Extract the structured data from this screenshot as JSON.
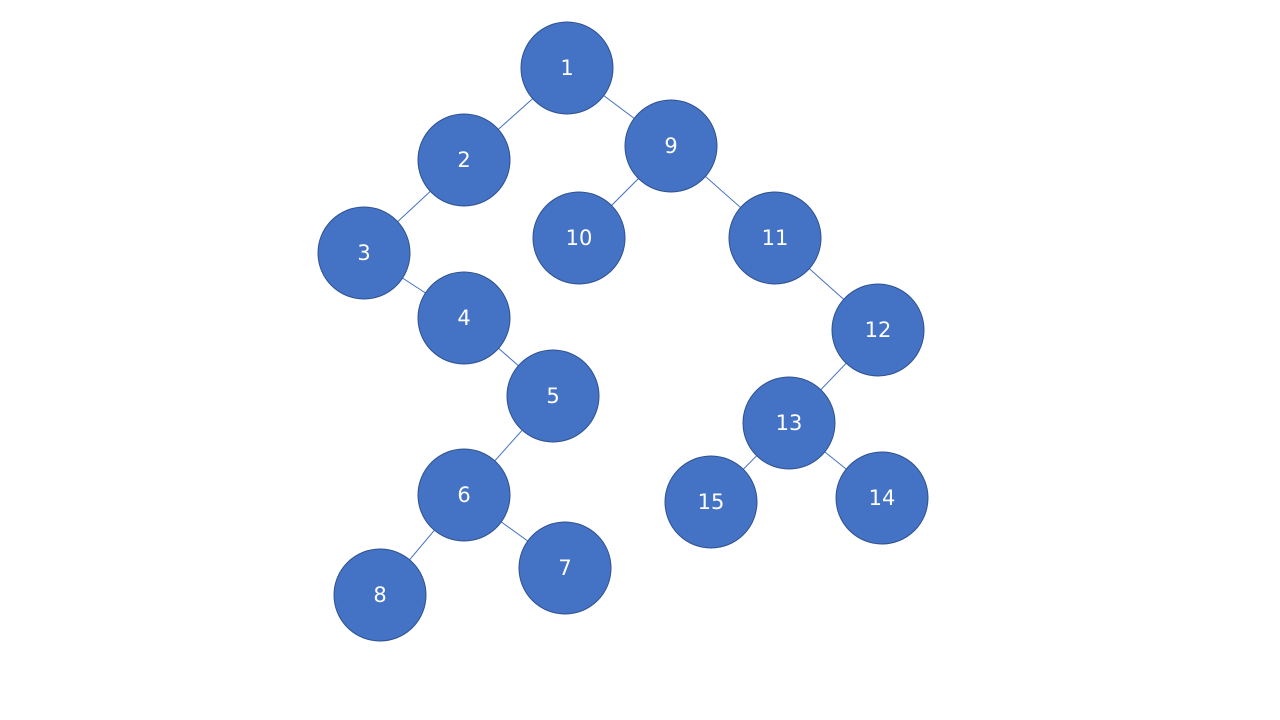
{
  "diagram": {
    "type": "binary-tree",
    "colors": {
      "node_fill": "#4472c4",
      "node_border": "#2f528f",
      "edge": "#4472c4",
      "label": "#ffffff",
      "background": "#ffffff"
    },
    "nodes": [
      {
        "id": "n1",
        "label": "1"
      },
      {
        "id": "n2",
        "label": "2"
      },
      {
        "id": "n3",
        "label": "3"
      },
      {
        "id": "n4",
        "label": "4"
      },
      {
        "id": "n5",
        "label": "5"
      },
      {
        "id": "n6",
        "label": "6"
      },
      {
        "id": "n7",
        "label": "7"
      },
      {
        "id": "n8",
        "label": "8"
      },
      {
        "id": "n9",
        "label": "9"
      },
      {
        "id": "n10",
        "label": "10"
      },
      {
        "id": "n11",
        "label": "11"
      },
      {
        "id": "n12",
        "label": "12"
      },
      {
        "id": "n13",
        "label": "13"
      },
      {
        "id": "n14",
        "label": "14"
      },
      {
        "id": "n15",
        "label": "15"
      }
    ],
    "edges": [
      {
        "from": "n1",
        "to": "n2"
      },
      {
        "from": "n1",
        "to": "n9"
      },
      {
        "from": "n2",
        "to": "n3"
      },
      {
        "from": "n3",
        "to": "n4"
      },
      {
        "from": "n4",
        "to": "n5"
      },
      {
        "from": "n5",
        "to": "n6"
      },
      {
        "from": "n6",
        "to": "n8"
      },
      {
        "from": "n6",
        "to": "n7"
      },
      {
        "from": "n9",
        "to": "n10"
      },
      {
        "from": "n9",
        "to": "n11"
      },
      {
        "from": "n11",
        "to": "n12"
      },
      {
        "from": "n12",
        "to": "n13"
      },
      {
        "from": "n13",
        "to": "n15"
      },
      {
        "from": "n13",
        "to": "n14"
      }
    ]
  }
}
